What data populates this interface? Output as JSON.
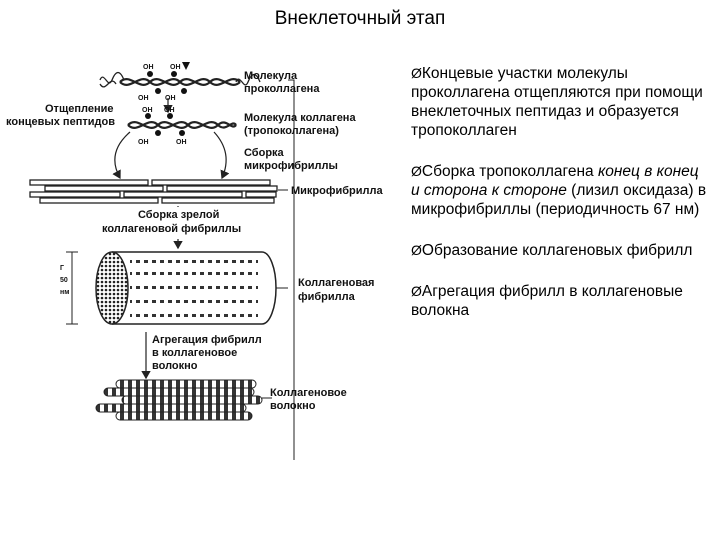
{
  "slide": {
    "title": "Внеклеточный этап"
  },
  "diagram": {
    "labels": {
      "procollagen_molecule_1": "Молекула",
      "procollagen_molecule_2": "проколлагена",
      "peptide_cleavage_1": "Отщепление",
      "peptide_cleavage_2": "концевых пептидов",
      "collagen_molecule_1": "Молекула коллагена",
      "collagen_molecule_2": "(тропоколлагена)",
      "microfibril_assembly_1": "Сборка",
      "microfibril_assembly_2": "микрофибриллы",
      "microfibril": "Микрофибрилла",
      "mature_fibril_1": "Сборка зрелой",
      "mature_fibril_2": "коллагеновой фибриллы",
      "collagen_fibril_1": "Коллагеновая",
      "collagen_fibril_2": "фибрилла",
      "aggregation_1": "Агрегация фибрилл",
      "aggregation_2": "в коллагеновое",
      "aggregation_3": "волокно",
      "collagen_fiber_1": "Коллагеновое",
      "collagen_fiber_2": "волокно",
      "oh": "OH",
      "scale_1": "50",
      "scale_2": "нм",
      "scale_3": "Г"
    }
  },
  "bullets": {
    "marker": "Ø",
    "b1": "Концевые участки молекулы проколлагена отщепляются при помощи внеклеточных пептидаз и образуется тропоколлаген",
    "b2_a": "Сборка тропоколлагена ",
    "b2_b": "конец в конец и сторона к стороне",
    "b2_c": " (лизил оксидаза) в микрофибриллы (периодичность 67 нм)",
    "b3": "Образование коллагеновых фибрилл",
    "b4": "Агрегация фибрилл в коллагеновые волокна"
  }
}
